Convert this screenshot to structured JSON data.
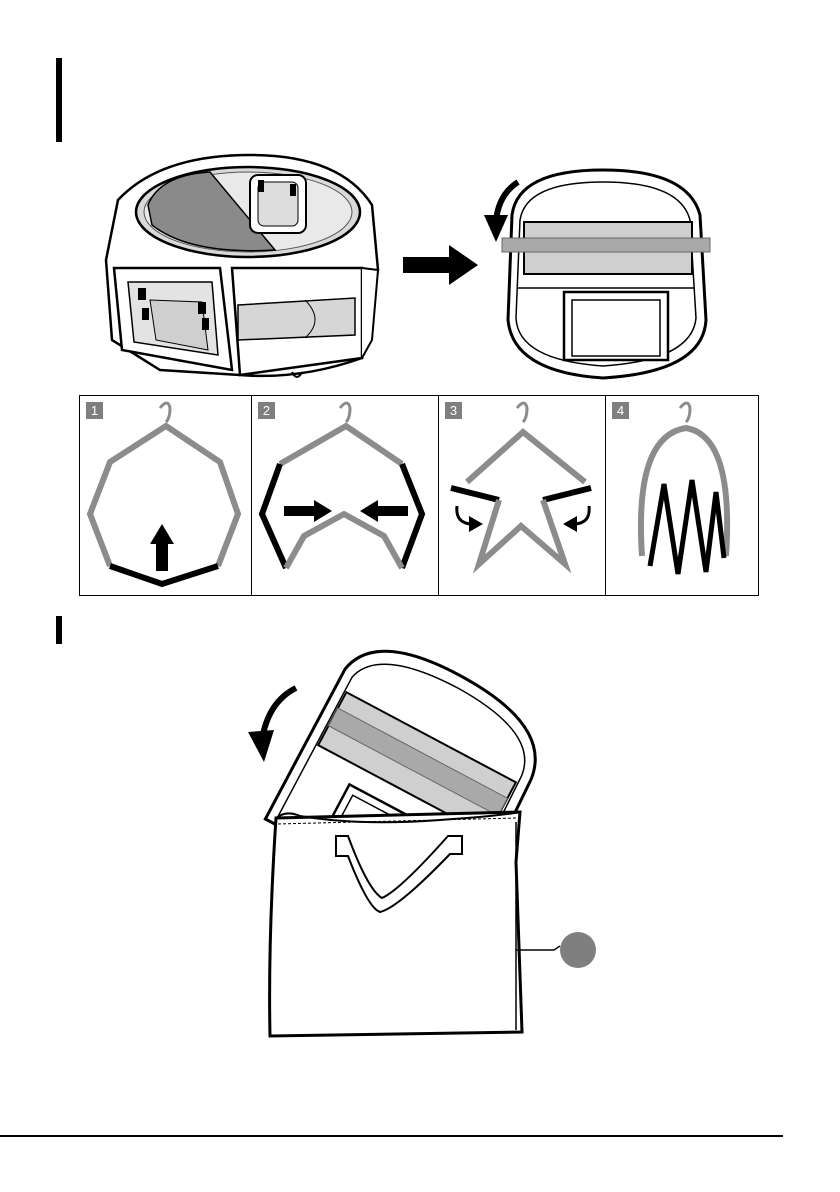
{
  "colors": {
    "ink": "#000000",
    "grey": "#8c8c8c",
    "mesh": "#bdbdbd",
    "badge": "#7f7f7f"
  },
  "icons": [
    "playpen-open-drawing",
    "arrow-right-icon",
    "carry-case-drawing",
    "folding-step-diagram",
    "bag-storage-drawing",
    "callout-marker"
  ],
  "fold_steps": [
    {
      "number": "1"
    },
    {
      "number": "2"
    },
    {
      "number": "3"
    },
    {
      "number": "4"
    }
  ]
}
